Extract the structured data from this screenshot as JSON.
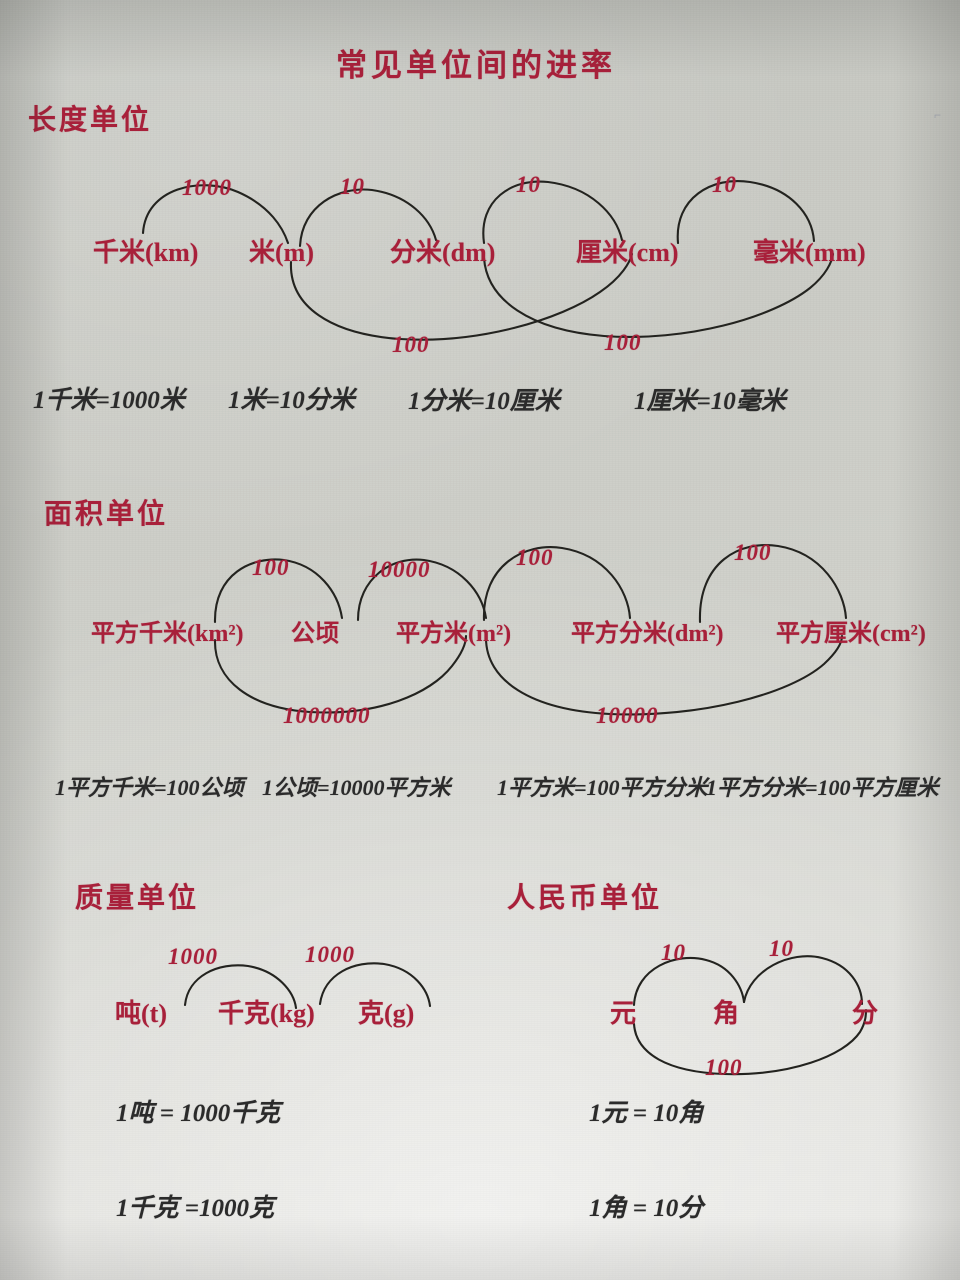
{
  "document": {
    "title": "常见单位间的进率",
    "paper_color": "#cdcec8",
    "red_ink_color": "#a8203a",
    "black_ink_color": "#23231f"
  },
  "sections": [
    {
      "id": "length",
      "heading": "长度单位",
      "units": [
        {
          "label": "千米(km)"
        },
        {
          "label": "米(m)"
        },
        {
          "label": "分米(dm)"
        },
        {
          "label": "厘米(cm)"
        },
        {
          "label": "毫米(mm)"
        }
      ],
      "arcs_above": [
        "1000",
        "10",
        "10",
        "10"
      ],
      "arcs_below": [
        "100",
        "100"
      ],
      "equations": [
        "1千米=1000米",
        "1米=10分米",
        "1分米=10厘米",
        "1厘米=10毫米"
      ]
    },
    {
      "id": "area",
      "heading": "面积单位",
      "units": [
        {
          "label": "平方千米(km²)"
        },
        {
          "label": "公顷"
        },
        {
          "label": "平方米(m²)"
        },
        {
          "label": "平方分米(dm²)"
        },
        {
          "label": "平方厘米(cm²)"
        }
      ],
      "arcs_above": [
        "100",
        "10000",
        "100",
        "100"
      ],
      "arcs_below": [
        "1000000",
        "10000"
      ],
      "equations": [
        "1平方千米=100公顷",
        "1公顷=10000平方米",
        "1平方米=100平方分米",
        "1平方分米=100平方厘米"
      ]
    },
    {
      "id": "mass",
      "heading": "质量单位",
      "units": [
        {
          "label": "吨(t)"
        },
        {
          "label": "千克(kg)"
        },
        {
          "label": "克(g)"
        }
      ],
      "arcs_above": [
        "1000",
        "1000"
      ],
      "arcs_below": [],
      "equations": [
        "1吨 = 1000千克",
        "1千克 =1000克"
      ]
    },
    {
      "id": "currency",
      "heading": "人民币单位",
      "units": [
        {
          "label": "元"
        },
        {
          "label": "角"
        },
        {
          "label": "分"
        }
      ],
      "arcs_above": [
        "10",
        "10"
      ],
      "arcs_below": [
        "100"
      ],
      "equations": [
        "1元 = 10角",
        "1角 = 10分"
      ]
    }
  ]
}
